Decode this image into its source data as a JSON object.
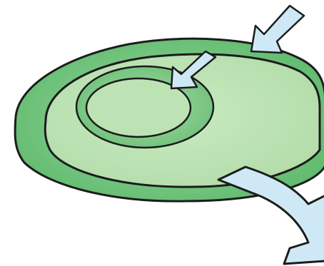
{
  "diagram": {
    "kind": "nested-rings-with-arrows",
    "labels": [],
    "rings": [
      {
        "name": "outer-ring",
        "level": 1
      },
      {
        "name": "middle-ring",
        "level": 2
      },
      {
        "name": "inner-ring",
        "level": 3
      }
    ],
    "arrows": [
      {
        "name": "arrow-into-outer-ring",
        "direction": "in",
        "target": "outer-ring"
      },
      {
        "name": "arrow-into-inner-ring",
        "direction": "in",
        "target": "inner-ring"
      },
      {
        "name": "arrow-out-of-rings",
        "direction": "out",
        "target": "outside"
      }
    ]
  },
  "colors": {
    "outline": "#1c1c1c",
    "ring_dark": "#6cc47a",
    "ring_mid": "#8fd29a",
    "ring_light": "#bfe3b6",
    "ring_inner_fill": "#b6dfb0",
    "arrow_fill": "#cfe8f5",
    "background": "#ffffff"
  }
}
